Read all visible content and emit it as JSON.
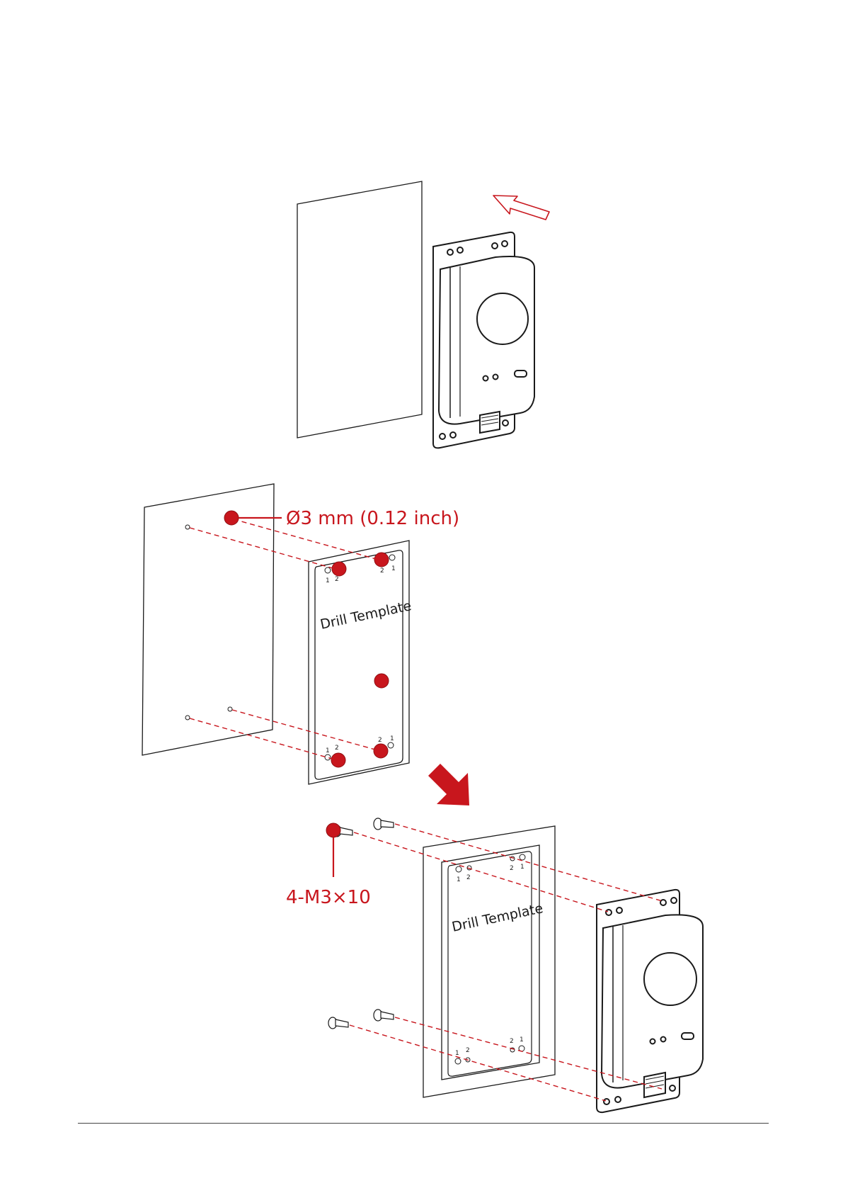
{
  "colors": {
    "accent_red": "#c8161d",
    "line": "#1a1a1a",
    "device_face": "#ffffff"
  },
  "step2": {
    "hole_label": "Ø3 mm (0.12 inch)",
    "template_title": "Drill Template",
    "hole_marks": {
      "one": "1",
      "two": "2"
    }
  },
  "step3": {
    "screw_label": "4-M3×10",
    "template_title": "Drill Template",
    "hole_marks": {
      "one": "1",
      "two": "2"
    }
  },
  "icons": {
    "slide_arrow": "outline-arrow-icon",
    "next_step_arrow": "solid-diagonal-arrow-icon"
  }
}
